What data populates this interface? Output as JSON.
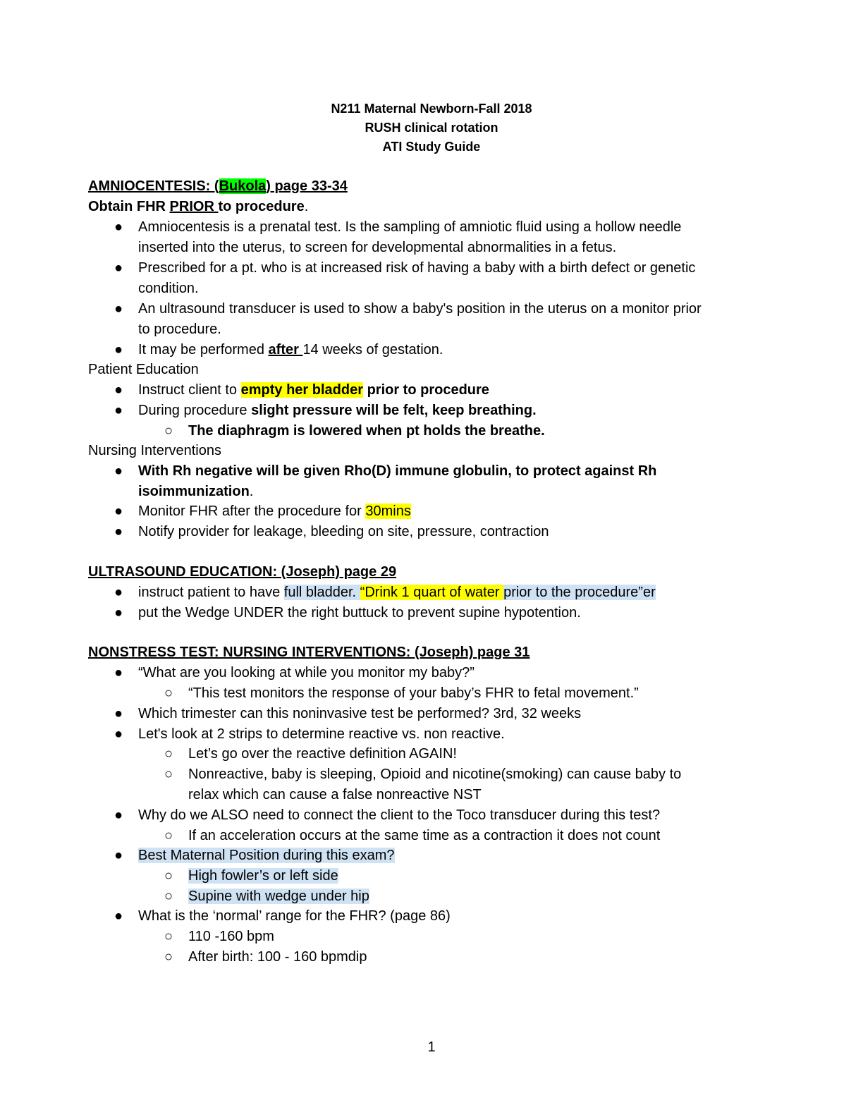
{
  "header": {
    "line1": "N211 Maternal Newborn-Fall 2018",
    "line2": "RUSH clinical rotation",
    "line3": "ATI Study Guide"
  },
  "amnio": {
    "heading_pre": "AMNIOCENTESIS: (",
    "heading_name": "Bukola",
    "heading_post": ") page 33-34",
    "sub_a": "Obtain FHR ",
    "sub_b": "PRIOR ",
    "sub_c": "to procedure",
    "sub_d": ".",
    "b1_l1": "Amniocentesis is a prenatal test. Is the sampling of amniotic fluid using a hollow needle",
    "b1_l2": "inserted into the uterus, to screen for developmental abnormalities in a fetus.",
    "b2_l1": "Prescribed for a pt. who is at increased risk of having a baby with a birth defect or genetic",
    "b2_l2": "condition.",
    "b3_l1": "An ultrasound transducer is used to show a baby's position in the uterus on a monitor prior",
    "b3_l2": "to procedure.",
    "b4_a": "It may be performed ",
    "b4_b": "after ",
    "b4_c": "14 weeks of gestation.",
    "edu_label": "Patient Education",
    "e1_a": "Instruct client to ",
    "e1_b": "empty her bladder",
    "e1_c": " prior to procedure",
    "e2_a": "During procedure ",
    "e2_b": "slight pressure will be felt, keep breathing.",
    "e3": "The diaphragm is lowered when pt holds the breathe.",
    "int_label": "Nursing Interventions",
    "n1_l1": "With Rh negative will be given Rho(D) immune globulin, to protect against Rh",
    "n1_l2a": "isoimmunization",
    "n1_l2b": ".",
    "n2_a": "Monitor FHR after the procedure for ",
    "n2_b": "30mins",
    "n3": "Notify provider for leakage, bleeding on site, pressure, contraction"
  },
  "ultrasound": {
    "heading": "ULTRASOUND EDUCATION: (Joseph) page 29",
    "u1_a": "instruct patient to have ",
    "u1_b": "full bladder. ",
    "u1_c": "“Drink 1 quart of water ",
    "u1_d": "prior to the procedure”er ",
    "u2": "put the Wedge UNDER the right buttuck to prevent supine hypotention."
  },
  "nst": {
    "heading": "NONSTRESS TEST: NURSING INTERVENTIONS: (Joseph) page 31",
    "q1": "“What are you looking at while you monitor my baby?”",
    "q1a": "“This test monitors the response of your baby’s FHR to fetal movement.”",
    "q2": "Which trimester can this noninvasive test be performed? 3rd, 32 weeks",
    "q3": "Let's look at 2 strips to determine reactive vs. non reactive.",
    "q3a": "Let’s go over the reactive definition AGAIN!",
    "q3b_l1": "Nonreactive, baby is sleeping, Opioid and nicotine(smoking) can cause baby to",
    "q3b_l2": "relax which can cause a false nonreactive NST",
    "q4": "Why do we ALSO need to connect the client to the Toco transducer during this test?",
    "q4a": "If an acceleration occurs at the same time as a contraction it does not count",
    "q5": "Best Maternal Position during this exam? ",
    "q5a": "High fowler’s or left side ",
    "q5b": "Supine with wedge under hip",
    "q6": "What is the ‘normal’ range for the FHR? (page 86)",
    "q6a": "110 -160 bpm",
    "q6b": "After birth: 100 - 160 bpmdip"
  },
  "footer": {
    "page_number": "1"
  },
  "symbols": {
    "bullet": "●",
    "sub_bullet": "○"
  }
}
